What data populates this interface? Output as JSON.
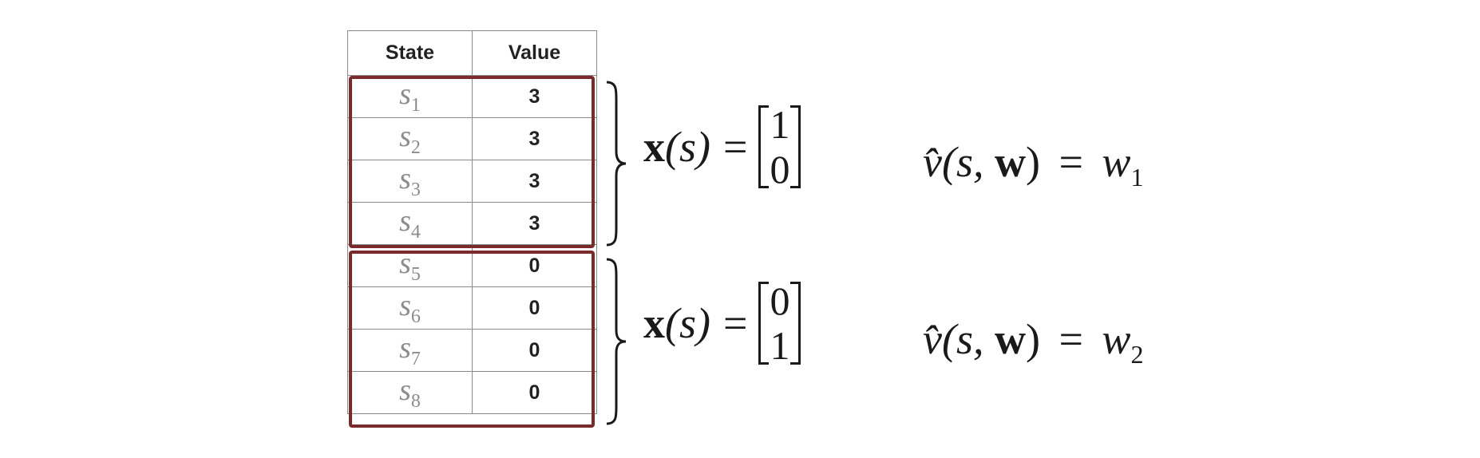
{
  "table": {
    "headers": {
      "state": "State",
      "value": "Value"
    },
    "rows": [
      {
        "state": "s",
        "sub": "1",
        "value": "3"
      },
      {
        "state": "s",
        "sub": "2",
        "value": "3"
      },
      {
        "state": "s",
        "sub": "3",
        "value": "3"
      },
      {
        "state": "s",
        "sub": "4",
        "value": "3"
      },
      {
        "state": "s",
        "sub": "5",
        "value": "0"
      },
      {
        "state": "s",
        "sub": "6",
        "value": "0"
      },
      {
        "state": "s",
        "sub": "7",
        "value": "0"
      },
      {
        "state": "s",
        "sub": "8",
        "value": "0"
      }
    ]
  },
  "groups": [
    {
      "feature_lhs": "x",
      "feature_arg": "(s)",
      "equals": "=",
      "vector": [
        "1",
        "0"
      ],
      "approx_lhs": "v̂",
      "approx_args_open": "(s, ",
      "approx_w": "w",
      "approx_args_close": ")",
      "approx_equals": "=",
      "approx_rhs": "w",
      "approx_rhs_sub": "1"
    },
    {
      "feature_lhs": "x",
      "feature_arg": "(s)",
      "equals": "=",
      "vector": [
        "0",
        "1"
      ],
      "approx_lhs": "v̂",
      "approx_args_open": "(s, ",
      "approx_w": "w",
      "approx_args_close": ")",
      "approx_equals": "=",
      "approx_rhs": "w",
      "approx_rhs_sub": "2"
    }
  ],
  "colors": {
    "group_border": "#7a2a2a",
    "table_grid": "#8a8a8a",
    "state_text": "#8c8c8c"
  }
}
